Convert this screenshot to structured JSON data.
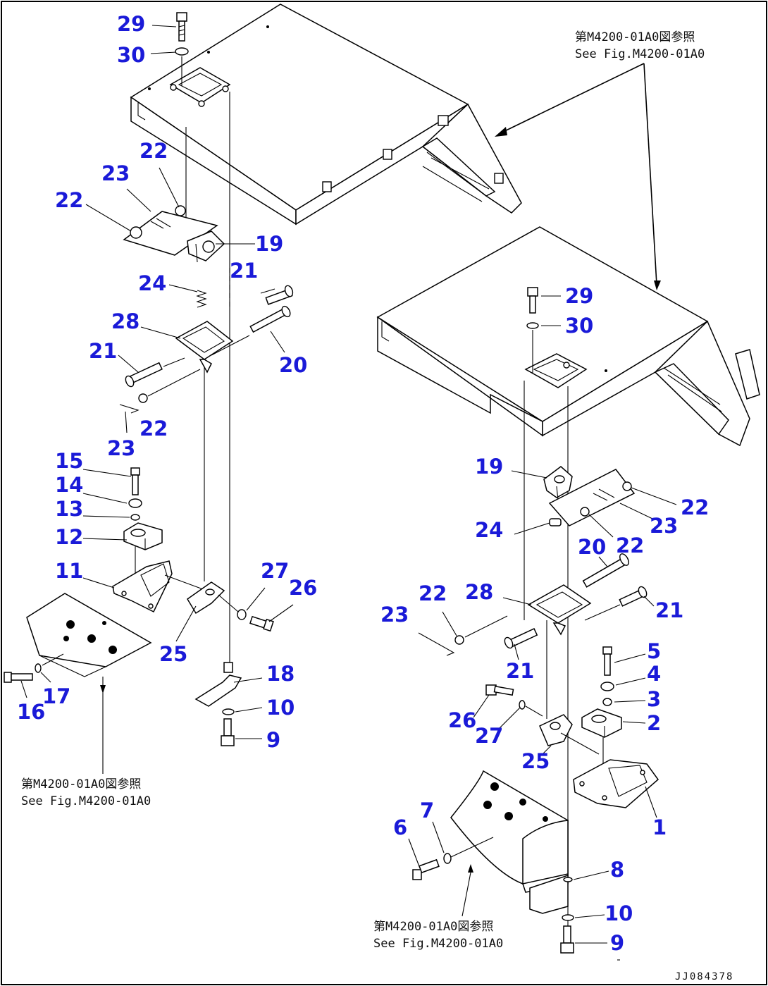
{
  "diagram": {
    "drawing_code": "JJ084378",
    "refs": {
      "top_right": {
        "line1": "第M4200-01A0図参照",
        "line2": "See Fig.M4200-01A0"
      },
      "bottom_left": {
        "line1": "第M4200-01A0図参照",
        "line2": "See Fig.M4200-01A0"
      },
      "bottom_right": {
        "line1": "第M4200-01A0図参照",
        "line2": "See Fig.M4200-01A0"
      }
    },
    "left_callouts": [
      "29",
      "30",
      "22",
      "23",
      "22",
      "19",
      "21",
      "24",
      "28",
      "21",
      "20",
      "22",
      "23",
      "15",
      "14",
      "13",
      "12",
      "11",
      "27",
      "26",
      "25",
      "18",
      "10",
      "9",
      "16",
      "17"
    ],
    "right_callouts": [
      "29",
      "30",
      "19",
      "22",
      "23",
      "22",
      "24",
      "20",
      "28",
      "21",
      "22",
      "23",
      "21",
      "5",
      "4",
      "3",
      "2",
      "26",
      "27",
      "25",
      "1",
      "7",
      "6",
      "8",
      "10",
      "9"
    ]
  }
}
